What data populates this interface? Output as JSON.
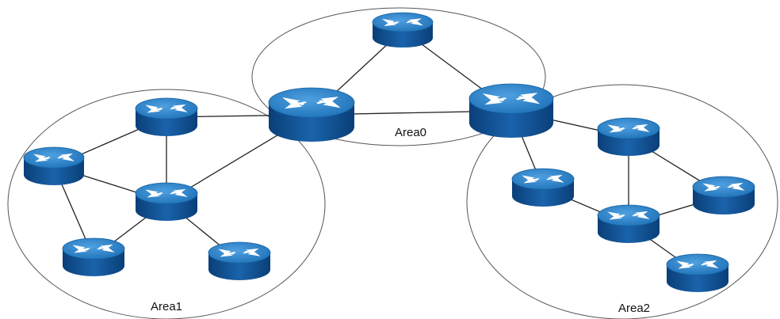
{
  "diagram": {
    "areas": [
      {
        "id": "area0",
        "label": "Area0"
      },
      {
        "id": "area1",
        "label": "Area1"
      },
      {
        "id": "area2",
        "label": "Area2"
      }
    ],
    "routers": [
      {
        "id": "a0-top",
        "area": "Area0",
        "role": "internal"
      },
      {
        "id": "abr-left",
        "area": "Area0/Area1",
        "role": "area-border-router"
      },
      {
        "id": "abr-right",
        "area": "Area0/Area2",
        "role": "area-border-router"
      },
      {
        "id": "a1-top",
        "area": "Area1",
        "role": "internal"
      },
      {
        "id": "a1-left",
        "area": "Area1",
        "role": "internal"
      },
      {
        "id": "a1-mid",
        "area": "Area1",
        "role": "internal"
      },
      {
        "id": "a1-bottom-left",
        "area": "Area1",
        "role": "internal"
      },
      {
        "id": "a1-bottom-right",
        "area": "Area1",
        "role": "internal"
      },
      {
        "id": "a2-left",
        "area": "Area2",
        "role": "internal"
      },
      {
        "id": "a2-top",
        "area": "Area2",
        "role": "internal"
      },
      {
        "id": "a2-right",
        "area": "Area2",
        "role": "internal"
      },
      {
        "id": "a2-mid",
        "area": "Area2",
        "role": "internal"
      },
      {
        "id": "a2-bottom",
        "area": "Area2",
        "role": "internal"
      }
    ],
    "links": [
      [
        "a0-top",
        "abr-left"
      ],
      [
        "a0-top",
        "abr-right"
      ],
      [
        "abr-left",
        "abr-right"
      ],
      [
        "abr-left",
        "a1-top"
      ],
      [
        "abr-left",
        "a1-mid"
      ],
      [
        "a1-top",
        "a1-left"
      ],
      [
        "a1-top",
        "a1-mid"
      ],
      [
        "a1-left",
        "a1-mid"
      ],
      [
        "a1-left",
        "a1-bottom-left"
      ],
      [
        "a1-mid",
        "a1-bottom-left"
      ],
      [
        "a1-mid",
        "a1-bottom-right"
      ],
      [
        "abr-right",
        "a2-top"
      ],
      [
        "abr-right",
        "a2-left"
      ],
      [
        "a2-left",
        "a2-mid"
      ],
      [
        "a2-top",
        "a2-mid"
      ],
      [
        "a2-top",
        "a2-right"
      ],
      [
        "a2-mid",
        "a2-right"
      ],
      [
        "a2-mid",
        "a2-bottom"
      ]
    ],
    "colors": {
      "router_top": "#2b7fc4",
      "router_side": "#0a4e8f",
      "router_arrow": "#ffffff",
      "link": "#222222",
      "area_outline": "#555555"
    }
  }
}
